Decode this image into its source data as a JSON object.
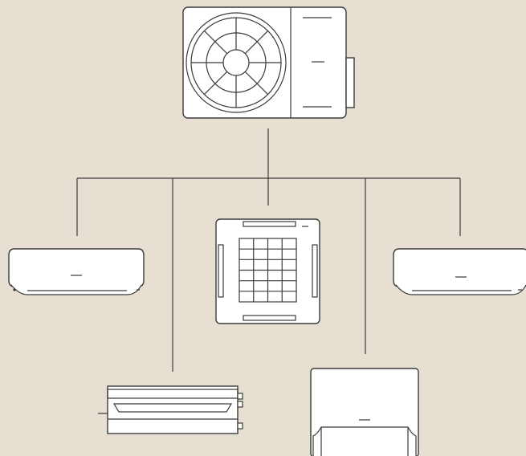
{
  "colors": {
    "background": "#e8dfd3",
    "stroke": "#3a3a3a",
    "unit_fill": "#ffffff"
  },
  "diagram": {
    "kind": "multi-split-air-conditioning-system",
    "outdoor_unit": {
      "icon": "outdoor-condenser-unit-icon",
      "fan": "fan-grille-icon"
    },
    "indoor_units": [
      {
        "icon": "wall-mounted-split-unit-icon",
        "position": "left"
      },
      {
        "icon": "ducted-ceiling-unit-icon",
        "position": "bottom-left"
      },
      {
        "icon": "ceiling-cassette-unit-icon",
        "position": "center"
      },
      {
        "icon": "floor-console-unit-icon",
        "position": "bottom-right"
      },
      {
        "icon": "wall-mounted-split-unit-icon",
        "position": "right"
      }
    ]
  }
}
